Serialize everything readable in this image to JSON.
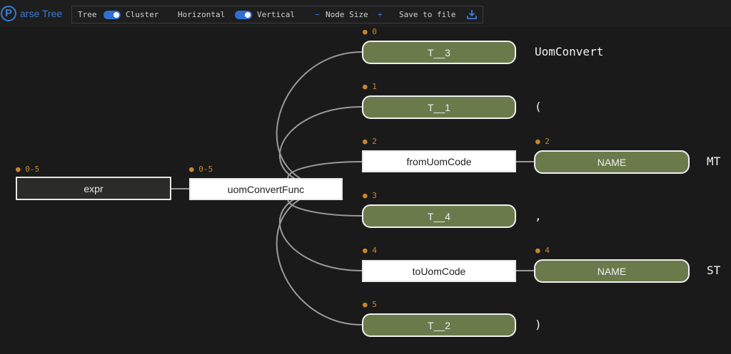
{
  "header": {
    "logo_letter": "P",
    "app_title": "arse Tree"
  },
  "toolbar": {
    "tree_label": "Tree",
    "cluster_label": "Cluster",
    "horizontal_label": "Horizontal",
    "vertical_label": "Vertical",
    "node_size_minus": "−",
    "node_size_label": "Node Size",
    "node_size_plus": "+",
    "save_label": "Save to file",
    "save_icon": "download-icon"
  },
  "colors": {
    "token_fill": "#6b7a4b",
    "index_color": "#c8862e",
    "accent": "#3a7bd5"
  },
  "tree": {
    "root": {
      "label": "expr",
      "index": "● 0-5"
    },
    "func": {
      "label": "uomConvertFunc",
      "index": "● 0-5"
    },
    "children": [
      {
        "label": "T__3",
        "index": "● 0",
        "leaf": "UomConvert"
      },
      {
        "label": "T__1",
        "index": "● 1",
        "leaf": "("
      },
      {
        "label": "fromUomCode",
        "index": "● 2",
        "child": {
          "label": "NAME",
          "index": "● 2",
          "leaf": "MT"
        }
      },
      {
        "label": "T__4",
        "index": "● 3",
        "leaf": ","
      },
      {
        "label": "toUomCode",
        "index": "● 4",
        "child": {
          "label": "NAME",
          "index": "● 4",
          "leaf": "ST"
        }
      },
      {
        "label": "T__2",
        "index": "● 5",
        "leaf": ")"
      }
    ]
  }
}
